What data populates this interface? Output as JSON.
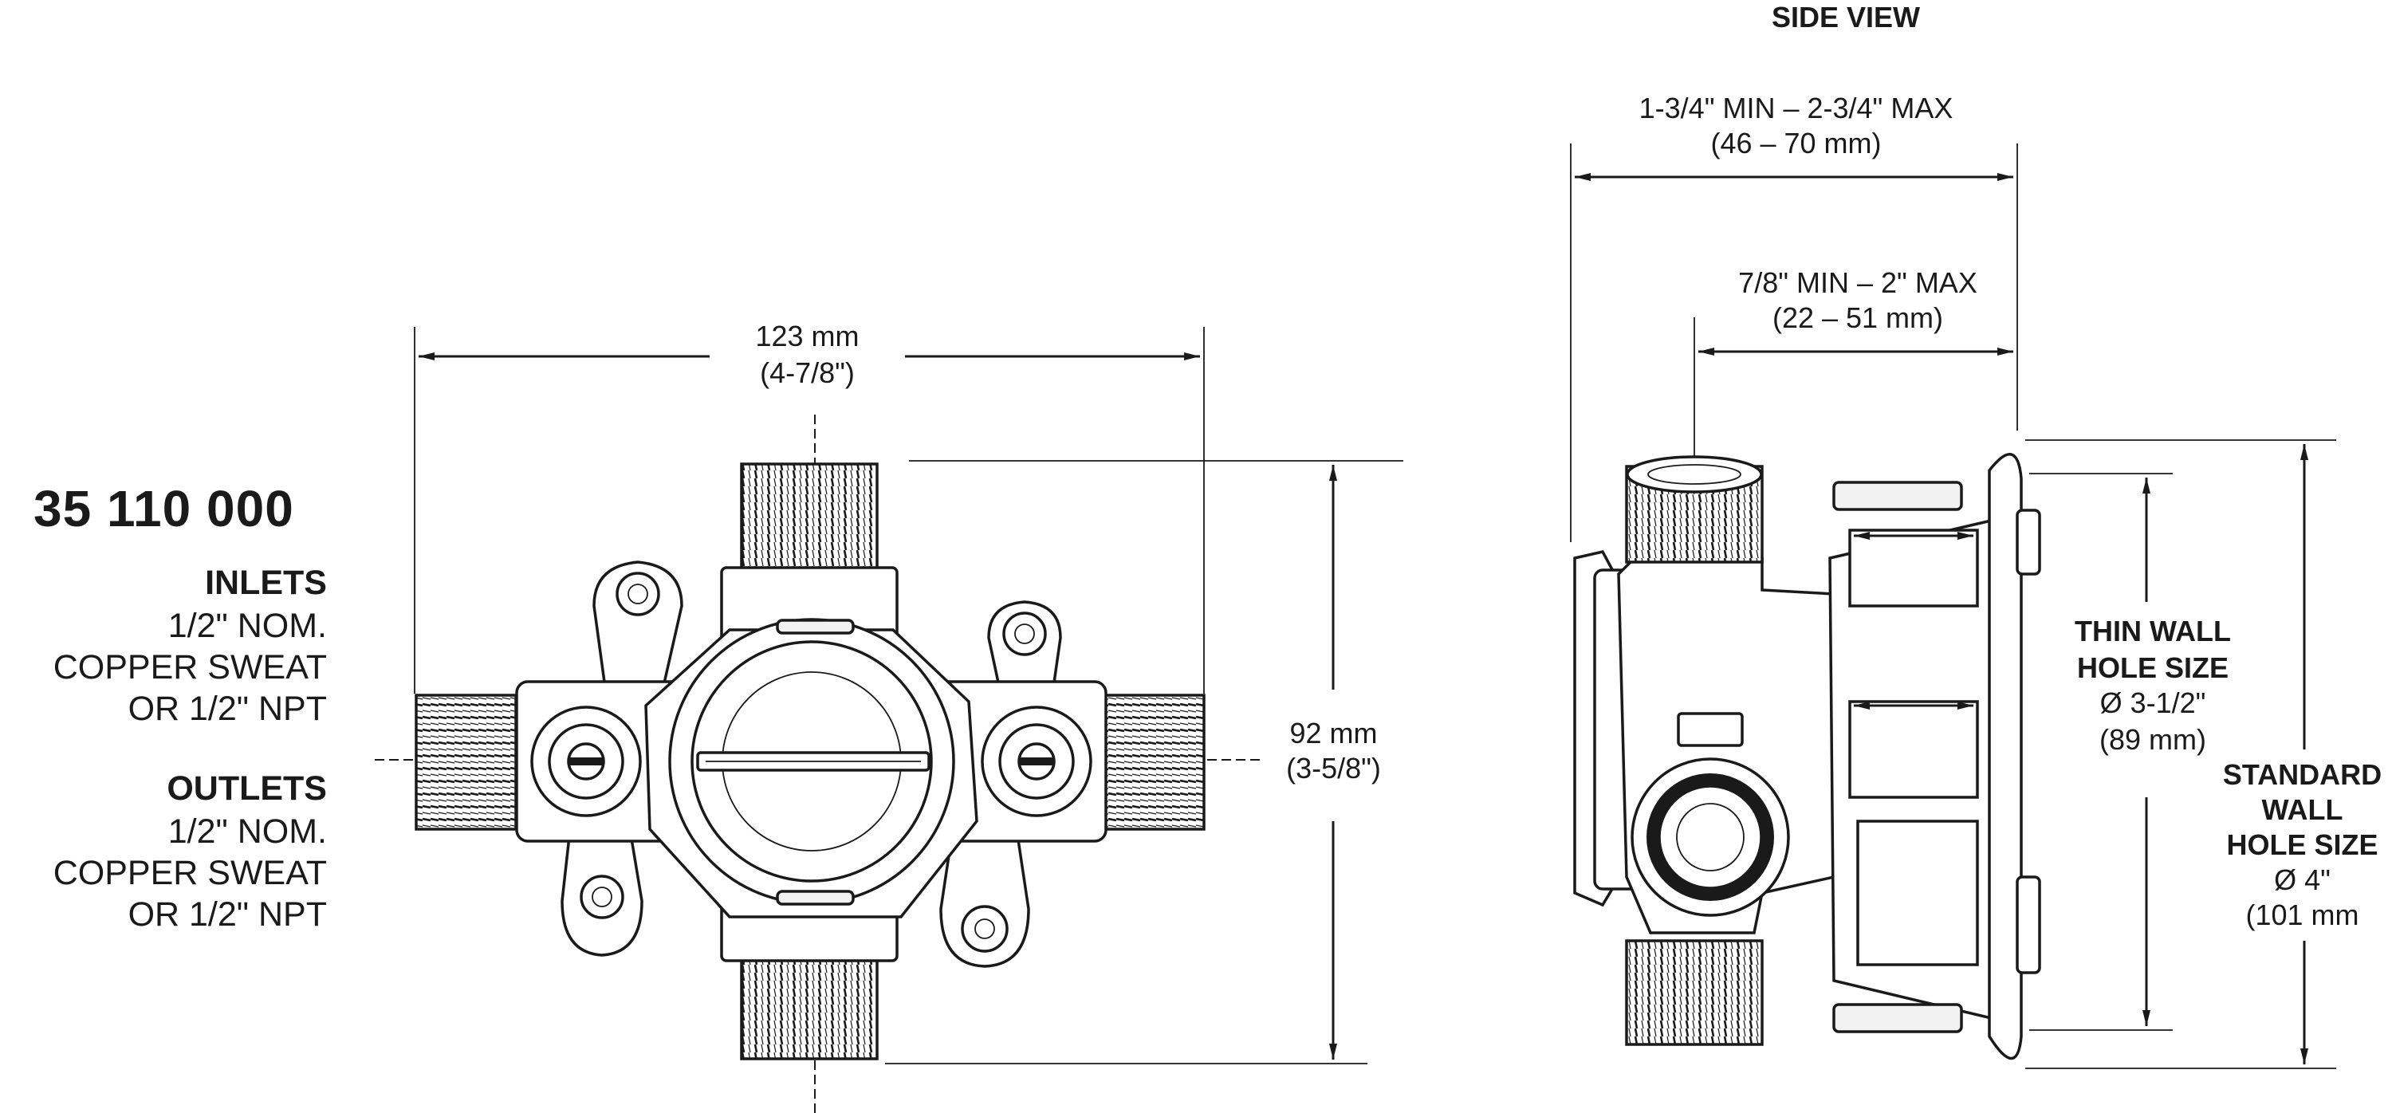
{
  "product": {
    "model_number": "35 110 000",
    "inlets": {
      "heading": "INLETS",
      "lines": [
        "1/2\" NOM.",
        "COPPER SWEAT",
        "OR 1/2\" NPT"
      ]
    },
    "outlets": {
      "heading": "OUTLETS",
      "lines": [
        "1/2\" NOM.",
        "COPPER SWEAT",
        "OR 1/2\" NPT"
      ]
    }
  },
  "front_view": {
    "width_dim": {
      "metric": "123 mm",
      "imperial": "(4-7/8\")"
    },
    "height_dim": {
      "metric": "92 mm",
      "imperial": "(3-5/8\")"
    }
  },
  "side_view": {
    "title": "SIDE VIEW",
    "depth_overall": {
      "range": "1-3/4\" MIN – 2-3/4\" MAX",
      "metric": "(46  – 70 mm)"
    },
    "depth_wall": {
      "range": "7/8\" MIN – 2\" MAX",
      "metric": "(22  – 51 mm)"
    },
    "thin_wall": {
      "lines": [
        "THIN WALL",
        "HOLE SIZE",
        "Ø 3-1/2\"",
        "(89 mm)"
      ]
    },
    "standard_wall": {
      "lines": [
        "STANDARD",
        "WALL",
        "HOLE SIZE",
        "Ø 4\"",
        "(101 mm"
      ]
    }
  }
}
